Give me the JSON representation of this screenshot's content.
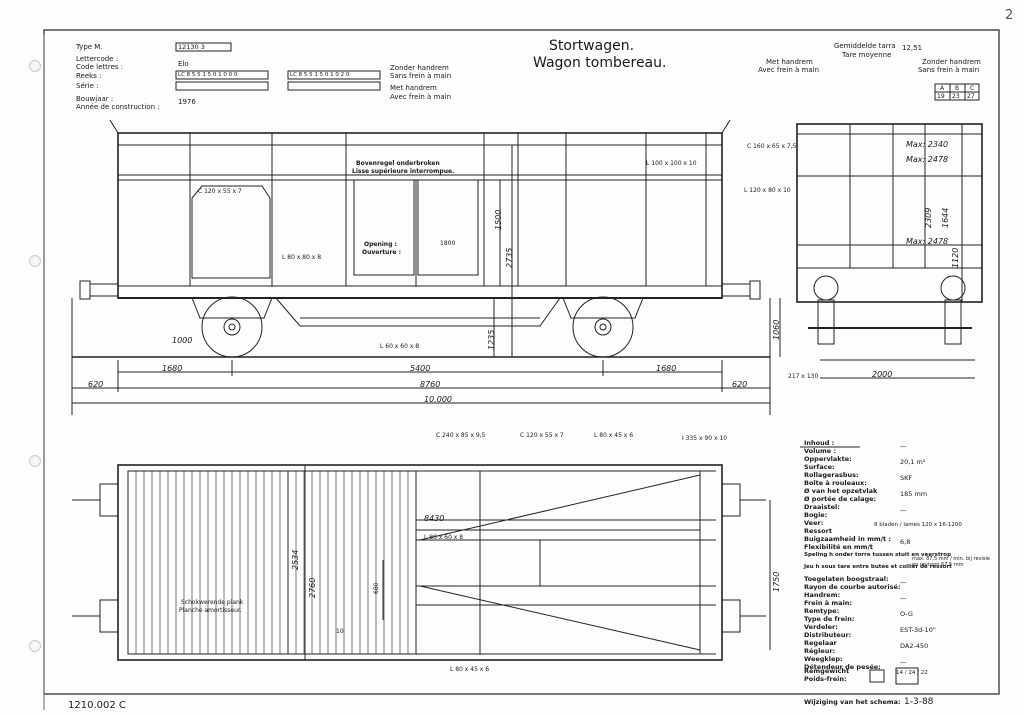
{
  "header": {
    "type_label": "Type M.",
    "type_value": "12130  3",
    "lettercode_label": "Lettercode :",
    "code_lettres_label": "Code lettres :",
    "code_value": "Elo",
    "reeks_label": "Reeks :",
    "serie_label": "Série :",
    "reeks_value_1": "LC 8 5 5 1 5  0 1 0 0 0",
    "reeks_value_2": "LC 8 5 5 1 5  0 1 0 2 0",
    "bouwjaar_label": "Bouwjaar :",
    "annee_label": "Année de construction :",
    "bouwjaar_value": "1976",
    "zonder_handrem": "Zonder handrem",
    "sans_frein": "Sans frein à main",
    "met_handrem": "Met handrem",
    "avec_frein": "Avec frein à main",
    "title_nl": "Stortwagen.",
    "title_fr": "Wagon tombereau.",
    "gem_tarra": "Gemiddelde tarra",
    "tarra_value": "12,51",
    "tare_moyenne": "Tare moyenne",
    "right_met_handrem": "Met handrem",
    "right_avec_frein": "Avec frein à main",
    "right_zonder_handrem": "Zonder handrem",
    "right_sans_frein": "Sans frein à main",
    "abc": [
      "A",
      "B",
      "C"
    ],
    "abc_values": [
      "19",
      "23",
      "27"
    ],
    "page_number": "2"
  },
  "side_view": {
    "bovenregel": "Bovenregel onderbroken",
    "lisse": "Lisse supérieure interrompue.",
    "opening": "Opening :",
    "ouverture": "Ouverture :",
    "opening_value": "1800",
    "c_profile": "C 120 x 55 x 7",
    "l_profile_top": "L 100 x 100 x 10",
    "l_profile_mid": "L 80 x 80 x 8",
    "l_profile_bottom": "L 60 x 60 x 8",
    "h_1500": "1500",
    "h_2735": "2735",
    "h_1235": "1235",
    "h_1060": "1060",
    "r_1000": "1000",
    "d_1680_left": "1680",
    "d_5400": "5400",
    "d_1680_right": "1680",
    "d_620_left": "620",
    "d_8760": "8760",
    "d_620_right": "620",
    "d_10000": "10.000"
  },
  "end_view": {
    "c_profile": "C 160 x 65 x 7,5",
    "l_profile": "L 120 x 80 x 10",
    "max_2340": "Max: 2340",
    "max_2478_top": "Max: 2478",
    "max_2478_bottom": "Max: 2478",
    "h_2309": "2309",
    "h_1644": "1644",
    "h_1120": "1120",
    "w_217": "217 x 130",
    "w_2000": "2000"
  },
  "plan_view": {
    "c_top_left": "C 240 x 85 x 9,5",
    "c_top_mid": "C 120 x 55 x 7",
    "l_top": "L 80 x 45 x 6",
    "i_top": "I 335 x 90 x 10",
    "d_8430": "8430",
    "l_mid": "L 80 x 60 x 8",
    "w_2534": "2534",
    "w_2760": "2760",
    "w_1750": "1750",
    "d_680": "680",
    "d_10": "10",
    "plank_nl": "Schokwerende plank",
    "plank_fr": "Planche amortisseur.",
    "l_bottom": "L 80 x 45 x 6"
  },
  "specs": [
    {
      "nl": "Inhoud :",
      "fr": "Volume :",
      "value": "—"
    },
    {
      "nl": "Oppervlakte:",
      "fr": "Surface:",
      "value": "20,1 m²"
    },
    {
      "nl": "Rollagerasbus:",
      "fr": "Boîte à rouleaux:",
      "value": "SKF"
    },
    {
      "nl": "Ø van het opzetvlak",
      "fr": "Ø portée de calage:",
      "value": "185 mm"
    },
    {
      "nl": "Draaistel:",
      "fr": "Bogie:",
      "value": "—"
    },
    {
      "nl": "Veer:",
      "fr": "Ressort",
      "value": "8 bladen / lames 120 x 16-1200"
    },
    {
      "nl": "Buigzaamheid in mm/t :",
      "fr": "Flexibilité en mm/t",
      "value": "6,8"
    },
    {
      "nl": "Speling h onder torre tussen stuit en veerstrop",
      "fr": "Jeu h sous tare entre butée et collier de ressort",
      "value": "max. 87,5 mm / min. bij revisie en revision 67,5 mm"
    },
    {
      "nl": "Toegelaten boogstraal:",
      "fr": "Rayon de courbe autorisé:",
      "value": "—"
    },
    {
      "nl": "Handrem:",
      "fr": "Frein à main:",
      "value": "—"
    },
    {
      "nl": "Remtype:",
      "fr": "Type de frein:",
      "value": "O-G"
    },
    {
      "nl": "Verdeler:",
      "fr": "Distributeur:",
      "value": "EST-3d-10\""
    },
    {
      "nl": "Regelaar",
      "fr": "Régleur:",
      "value": "DA2-450"
    },
    {
      "nl": "Weegklep:",
      "fr": "Détendeur de pesée:",
      "value": "—"
    },
    {
      "nl": "Remgewicht",
      "fr": "Poids-frein:",
      "value": "14 / 24 / 22"
    }
  ],
  "footer": {
    "drawing_number": "1210.002 C",
    "wijziging_label": "Wijziging van het schema:",
    "wijziging_value": "1-3-88"
  }
}
